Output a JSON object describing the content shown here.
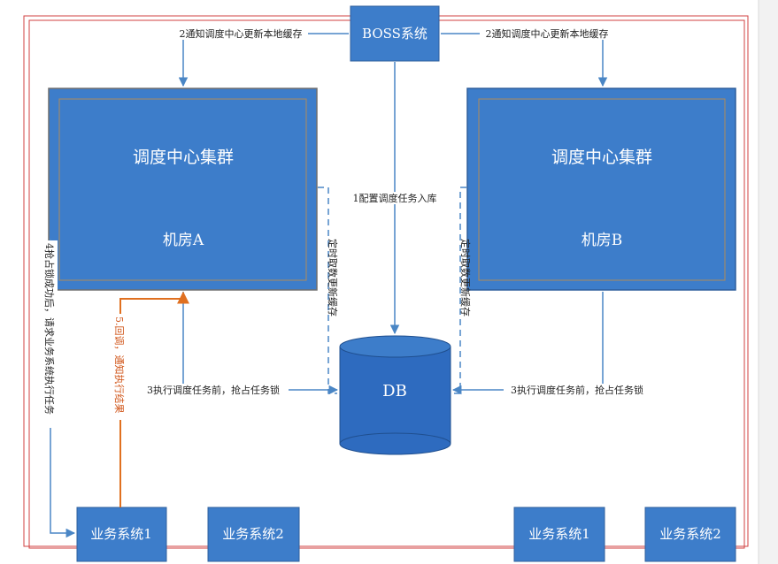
{
  "nodes": {
    "boss": "BOSS系统",
    "cluster_a_title": "调度中心集群",
    "cluster_a_room": "机房A",
    "cluster_b_title": "调度中心集群",
    "cluster_b_room": "机房B",
    "db": "DB",
    "biz_a1": "业务系统1",
    "biz_a2": "业务系统2",
    "biz_b1": "业务系统1",
    "biz_b2": "业务系统2"
  },
  "edges": {
    "notify_left": "2通知调度中心更新本地缓存",
    "notify_right": "2通知调度中心更新本地缓存",
    "config_db": "1配置调度任务入库",
    "refresh_left": "定时取数更新缓存",
    "refresh_right": "定时取数更新缓存",
    "lock_left": "3执行调度任务前，抢占任务锁",
    "lock_right": "3执行调度任务前，抢占任务锁",
    "request_biz": "4抢占锁成功后，请求业务系统执行任务",
    "callback": "5.回调，通知执行结果"
  },
  "colors": {
    "box_fill": "#3d7dca",
    "box_stroke": "#2f5f9c",
    "inner_stroke": "#b08a5a",
    "db_fill": "#2e6bbf",
    "arrow_blue": "#4a86c5",
    "arrow_orange": "#e07020",
    "frame_red": "#d04040"
  }
}
